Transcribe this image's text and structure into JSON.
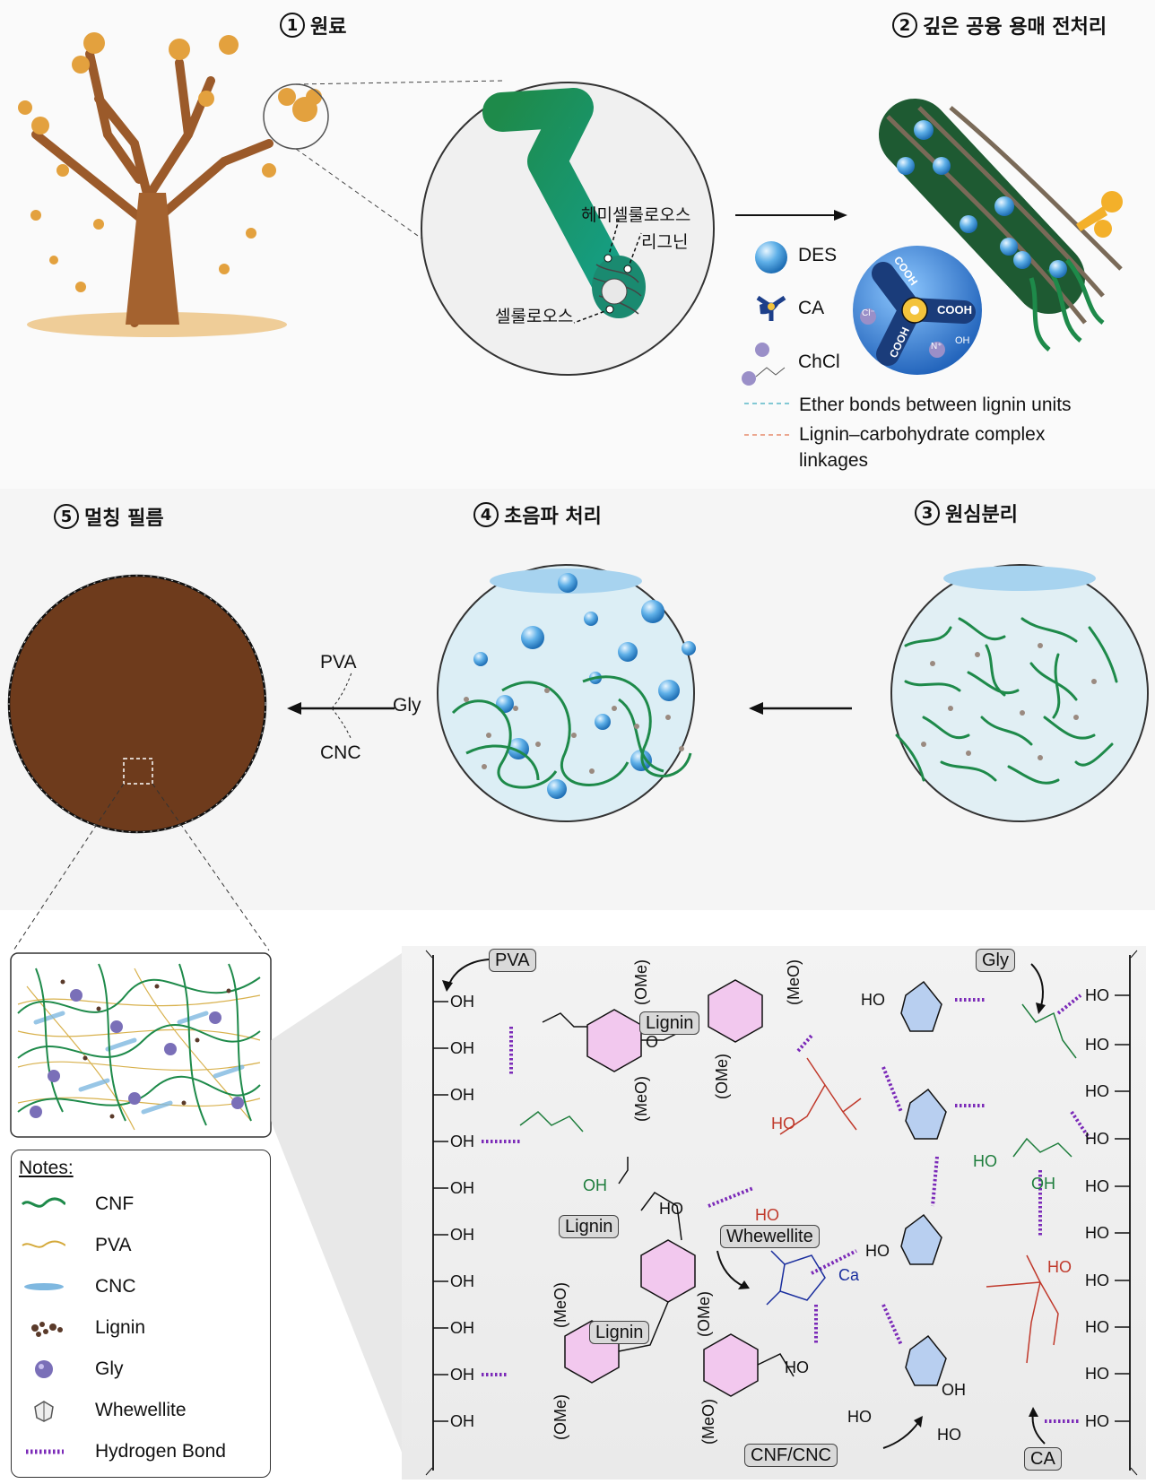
{
  "steps": {
    "s1": {
      "num": "1",
      "label": "원료"
    },
    "s2": {
      "num": "2",
      "label": "깊은 공융 용매 전처리"
    },
    "s3": {
      "num": "3",
      "label": "원심분리"
    },
    "s4": {
      "num": "4",
      "label": "초음파 처리"
    },
    "s5": {
      "num": "5",
      "label": "멀칭 필름"
    }
  },
  "fiber_labels": {
    "hemicellulose": "헤미셀룰로오스",
    "lignin": "리그닌",
    "cellulose": "셀룰로오스"
  },
  "des_legend": {
    "des": "DES",
    "ca": "CA",
    "chcl": "ChCl",
    "ether": "Ether bonds between lignin units",
    "lcc_line1": "Lignin–carbohydrate complex",
    "lcc_line2": "linkages"
  },
  "des_molecule": {
    "cooh_a": "COOH",
    "cooh_b": "COOH",
    "cooh_c": "COOH",
    "cl": "Cl⁻",
    "n": "N⁺",
    "oh": "OH"
  },
  "mix_labels": {
    "pva": "PVA",
    "gly": "Gly",
    "cnc": "CNC"
  },
  "notes": {
    "title": "Notes:",
    "items": [
      {
        "label": "CNF",
        "color": "#1e8a4a"
      },
      {
        "label": "PVA",
        "color": "#d4a93a"
      },
      {
        "label": "CNC",
        "color": "#7fb8e0"
      },
      {
        "label": "Lignin",
        "color": "#5a3a2a"
      },
      {
        "label": "Gly",
        "color": "#7a6fb8"
      },
      {
        "label": "Whewellite",
        "color": "#777777"
      },
      {
        "label": "Hydrogen Bond",
        "color": "#7b2ab8"
      }
    ]
  },
  "structure": {
    "pva": "PVA",
    "gly": "Gly",
    "lignin_a": "Lignin",
    "lignin_b": "Lignin",
    "lignin_c": "Lignin",
    "whewellite": "Whewellite",
    "cnf_cnc": "CNF/CNC",
    "ca": "CA",
    "oh": "OH",
    "ho": "HO",
    "ome": "(OMe)",
    "meo": "(MeO)",
    "o": "O",
    "ca_atom": "Ca",
    "ho_cooh": "HO"
  }
}
